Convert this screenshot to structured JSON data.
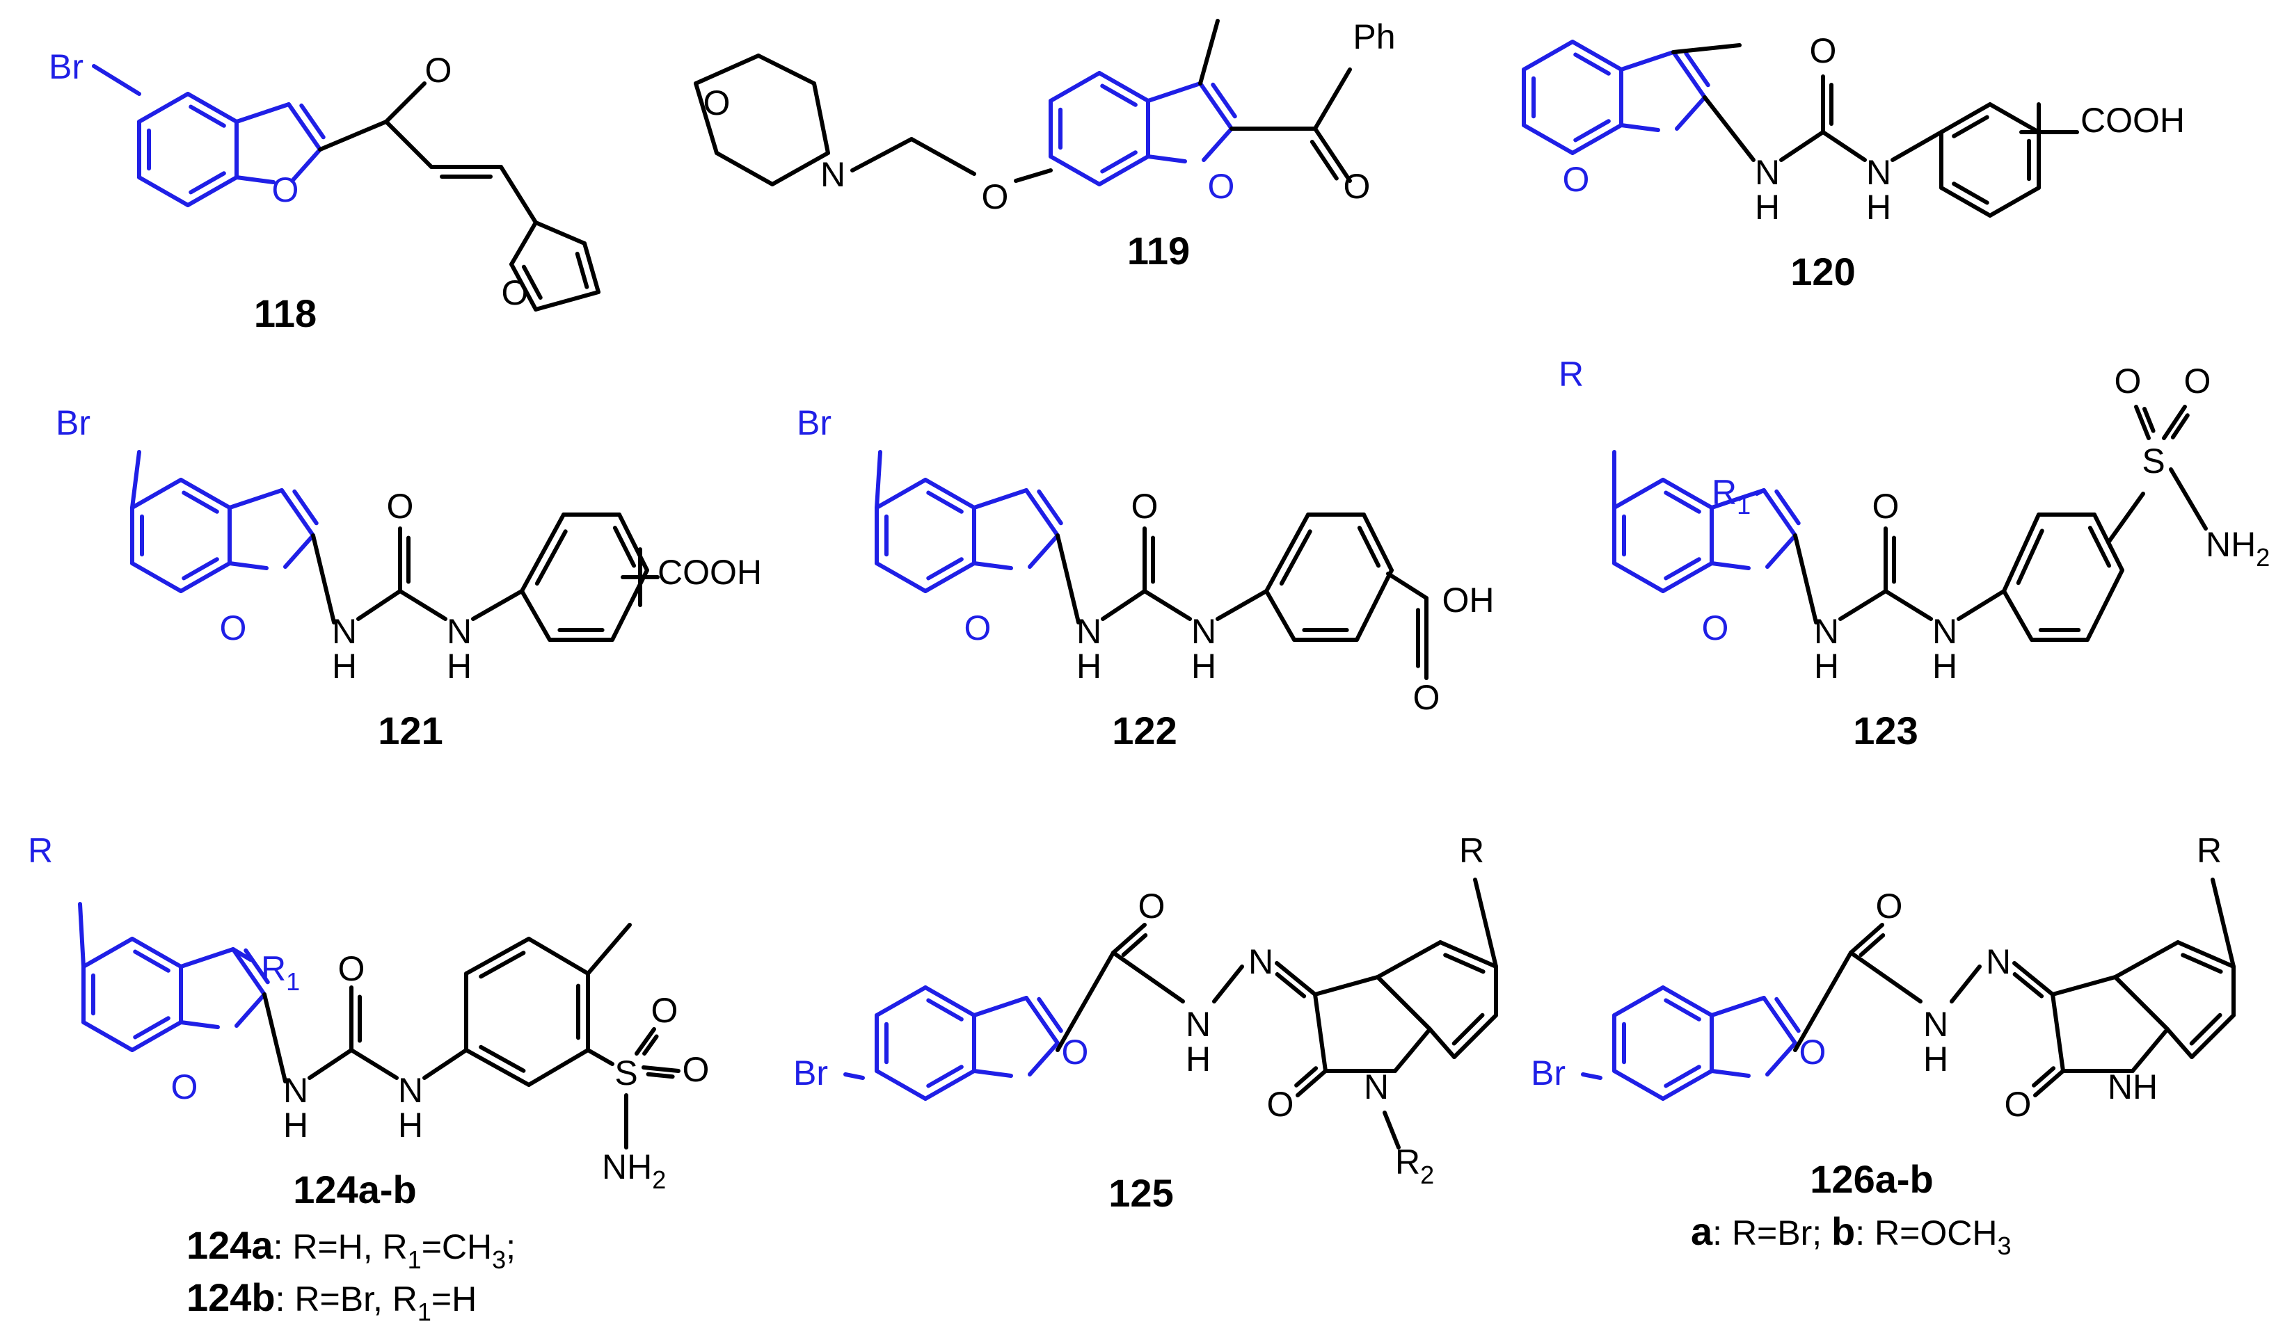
{
  "colors": {
    "scaffold": "#1f1fe6",
    "bond": "#000000",
    "background": "#ffffff"
  },
  "atoms": {
    "br": "Br",
    "o": "O",
    "n": "N",
    "h": "H",
    "nh": "NH",
    "nh2": "NH",
    "two": "2",
    "ph": "Ph",
    "cooh": "COOH",
    "oh": "OH",
    "s": "S",
    "r": "R",
    "r1": "R",
    "one": "1",
    "r2": "R"
  },
  "compounds": {
    "c118": "118",
    "c119": "119",
    "c120": "120",
    "c121": "121",
    "c122": "122",
    "c123": "123",
    "c124": "124a-b",
    "c125": "125",
    "c126": "126a-b"
  },
  "notes": {
    "n124a_label": "124a",
    "n124a_text": ": R=H, R",
    "n124a_sub": "1",
    "n124a_tail": "=CH",
    "n124a_sub2": "3",
    "n124a_end": ";",
    "n124b_label": "124b",
    "n124b_text": ": R=Br, R",
    "n124b_sub": "1",
    "n124b_tail": "=H",
    "n126_a": "a",
    "n126_a_text": ": R=Br; ",
    "n126_b": "b",
    "n126_b_text": ": R=OCH",
    "n126_b_sub": "3"
  }
}
